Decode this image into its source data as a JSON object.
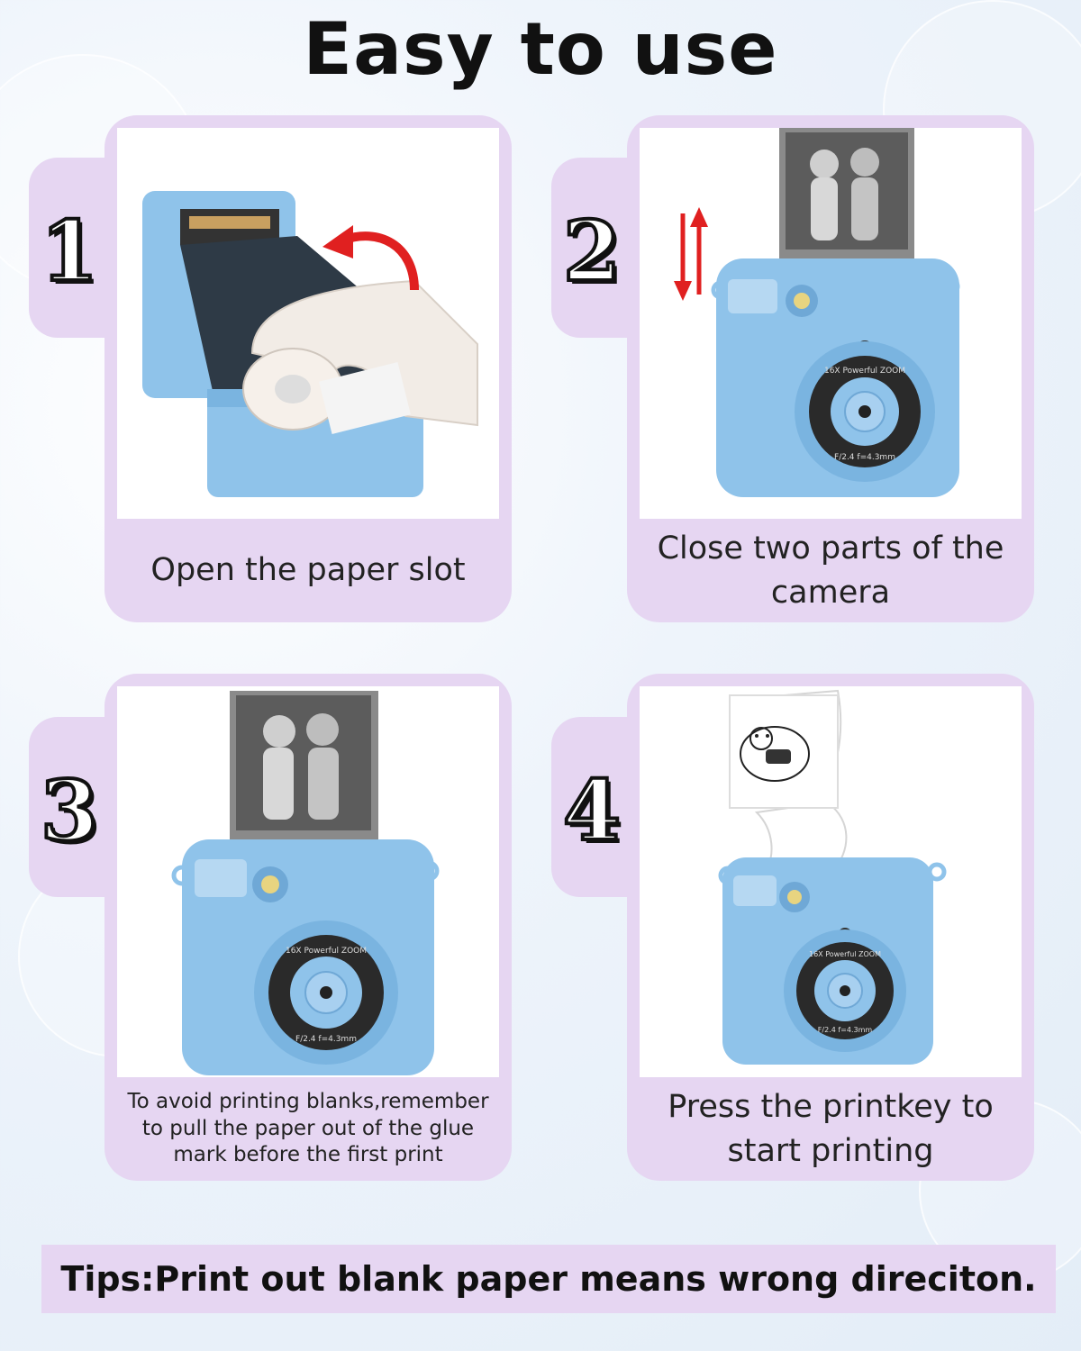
{
  "title": "Easy to use",
  "steps": [
    {
      "number": "1",
      "caption": "Open the paper slot"
    },
    {
      "number": "2",
      "caption": "Close two parts of the camera"
    },
    {
      "number": "3",
      "caption": "To avoid printing blanks,remember to pull the paper out of the glue mark before the first print"
    },
    {
      "number": "4",
      "caption": "Press the printkey to start printing"
    }
  ],
  "tips": "Tips:Print out blank paper means wrong direciton.",
  "camera_text": {
    "zoom": "16X Powerful ZOOM",
    "lens": "F/2.4 f=4.3mm"
  },
  "colors": {
    "panel": "#e6d6f2",
    "camera": "#8fc3ea",
    "arrow": "#e02020"
  }
}
